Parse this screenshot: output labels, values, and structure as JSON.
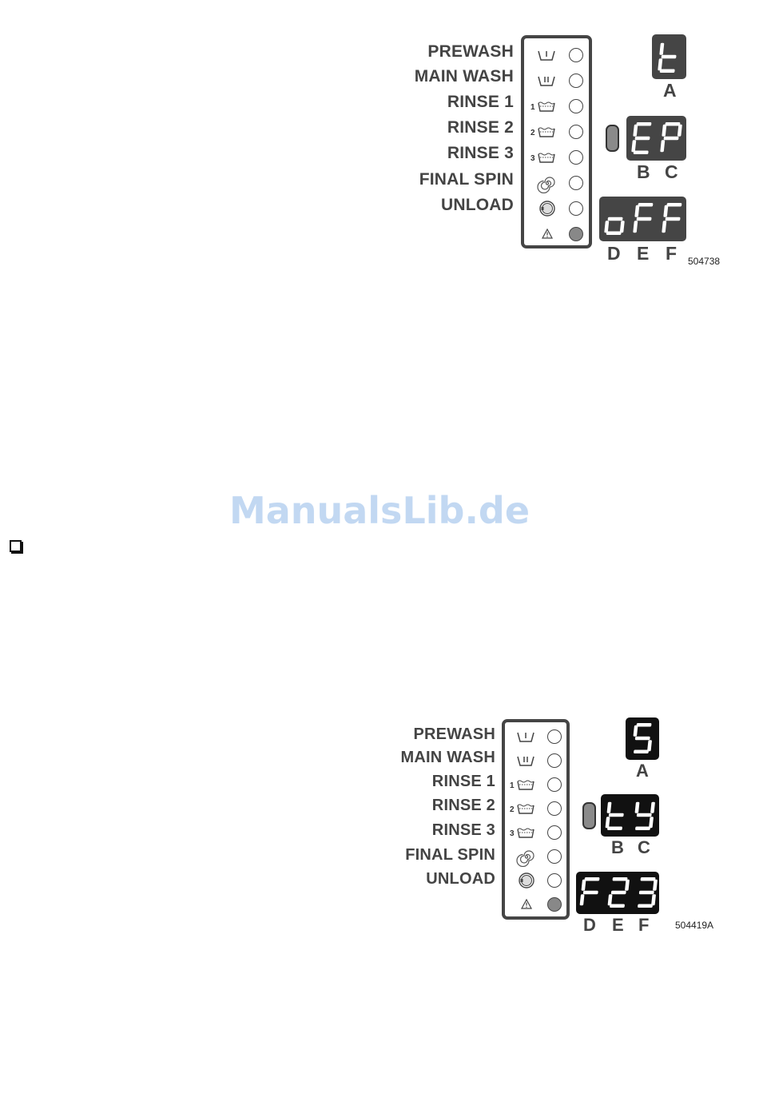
{
  "display_panel_1": {
    "program_steps": [
      "PREWASH",
      "MAIN WASH",
      "RINSE 1",
      "RINSE 2",
      "RINSE 3",
      "FINAL SPIN",
      "UNLOAD"
    ],
    "led_on": [
      false,
      false,
      false,
      false,
      false,
      false,
      false,
      true
    ],
    "display_a": "t",
    "display_bc": "EP",
    "display_def": "oFF",
    "letters": {
      "a": "A",
      "b": "B",
      "c": "C",
      "d": "D",
      "e": "E",
      "f": "F"
    },
    "figure_code": "504738"
  },
  "display_panel_2": {
    "program_steps": [
      "PREWASH",
      "MAIN WASH",
      "RINSE 1",
      "RINSE 2",
      "RINSE 3",
      "FINAL SPIN",
      "UNLOAD"
    ],
    "led_on": [
      false,
      false,
      false,
      false,
      false,
      false,
      false,
      true
    ],
    "display_a": "S",
    "display_bc": "ty",
    "display_def": "F23",
    "letters": {
      "a": "A",
      "b": "B",
      "c": "C",
      "d": "D",
      "e": "E",
      "f": "F"
    },
    "figure_code": "504419A"
  },
  "rinse_numbers": [
    "1",
    "2",
    "3"
  ],
  "watermark": "ManualsLib.de",
  "colors": {
    "panel": "#454545",
    "display_dark": "#111111",
    "led_on": "#888888",
    "watermark": "#b8d2f0"
  }
}
